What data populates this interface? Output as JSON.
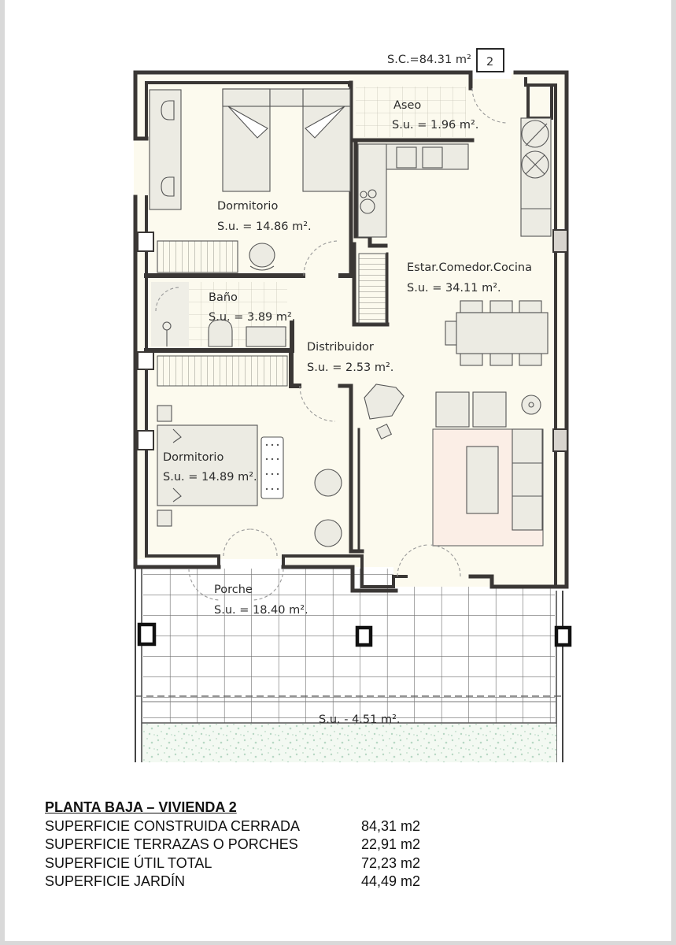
{
  "plan": {
    "built_area_label": "S.C.=84.31 m²",
    "unit_number": "2",
    "colors": {
      "interior_floor": "#fcfaee",
      "wall": "#3a3735",
      "furniture_fill": "#ecebe3",
      "rug": "#fbeee6",
      "garden_fill": "#eef6ee",
      "garden_dots": "#b7d8c4",
      "grid_line": "#6e6e6e"
    },
    "rooms": [
      {
        "name": "Dormitorio",
        "area": "S.u. = 14.86 m²."
      },
      {
        "name": "Aseo",
        "area": "S.u. = 1.96 m²."
      },
      {
        "name": "Estar.Comedor.Cocina",
        "area": "S.u. = 34.11 m²."
      },
      {
        "name": "Baño",
        "area": "S.u. = 3.89 m²."
      },
      {
        "name": "Distribuidor",
        "area": "S.u. = 2.53 m²."
      },
      {
        "name": "Dormitorio",
        "area": "S.u. = 14.89 m²."
      },
      {
        "name": "Porche",
        "area": "S.u. = 18.40 m²."
      },
      {
        "name": "",
        "area": "S.u. - 4.51 m²."
      }
    ]
  },
  "summary": {
    "title": "PLANTA BAJA – VIVIENDA 2",
    "rows": [
      {
        "label": "SUPERFICIE CONSTRUIDA CERRADA",
        "value": "84,31 m2"
      },
      {
        "label": "SUPERFICIE TERRAZAS O PORCHES",
        "value": "22,91 m2"
      },
      {
        "label": "SUPERFICIE ÚTIL TOTAL",
        "value": "72,23 m2"
      },
      {
        "label": "SUPERFICIE JARDÍN",
        "value": "44,49 m2"
      }
    ]
  }
}
